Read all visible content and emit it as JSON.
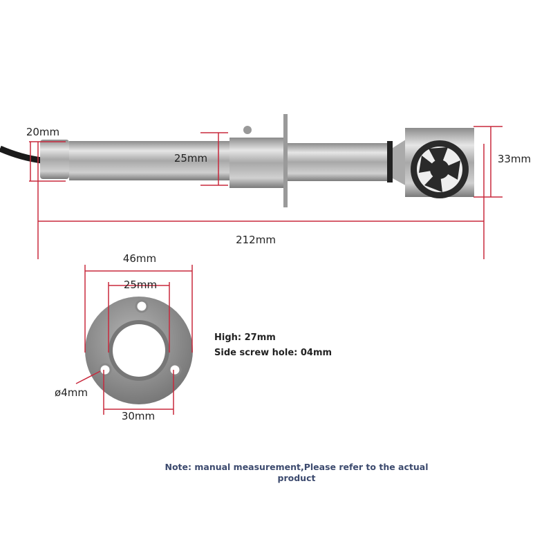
{
  "dimensions": {
    "gland_diameter": "20mm",
    "tube_diameter": "25mm",
    "head_height": "33mm",
    "total_length": "212mm",
    "flange_outer": "46mm",
    "flange_inner": "25mm",
    "hole_spacing": "30mm",
    "hole_diameter": "ø4mm"
  },
  "specs": {
    "high": "High: 27mm",
    "side_screw_hole": "Side screw hole: 04mm"
  },
  "note": {
    "line1": "Note: manual measurement,Please refer to the actual",
    "line2": "product"
  },
  "colors": {
    "dimension_line": "#c8283c",
    "note_text": "#3c4a6e"
  }
}
